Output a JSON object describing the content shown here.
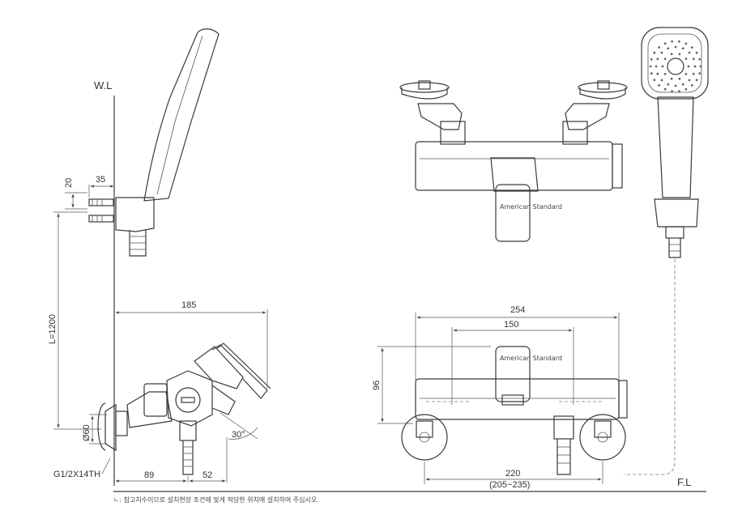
{
  "labels": {
    "wall": "W.L",
    "floor": "F.L",
    "thread": "G1/2X14TH",
    "brand": "American Standard",
    "note": "ㄴ: 참고치수이므로 설치현장 조건에 맞게 적당한 위치에 설치하여 주십시오."
  },
  "dimensions": {
    "d35": "35",
    "d20": "20",
    "height": "L=1200",
    "d185": "185",
    "d89": "89",
    "d52": "52",
    "angle": "30°",
    "dia60": "Ø60",
    "d254": "254",
    "d150": "150",
    "d96": "96",
    "d220": "220",
    "range": "(205~235)"
  }
}
